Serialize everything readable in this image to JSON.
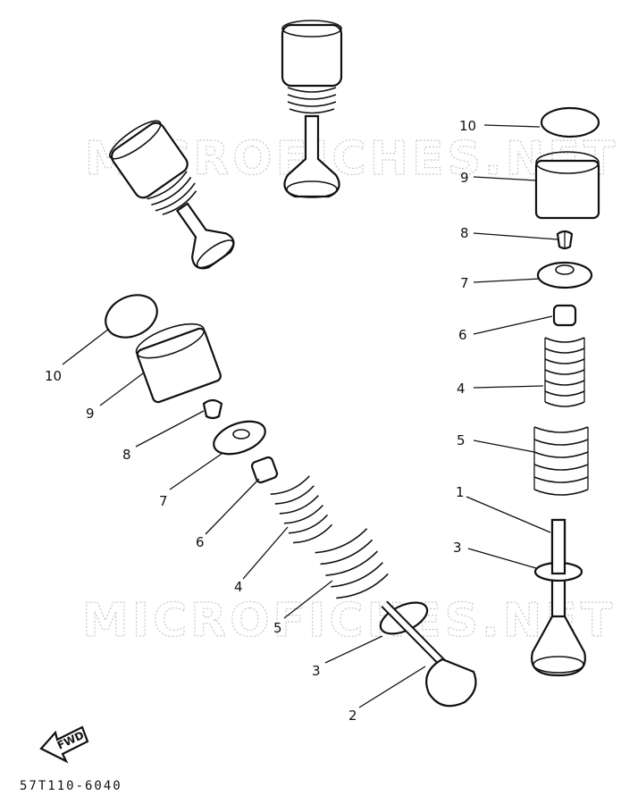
{
  "watermark": "MICROFICHES.NET",
  "part_code": "57T110-6040",
  "fwd_label": "FWD",
  "callouts": {
    "right": {
      "c10": "10",
      "c9": "9",
      "c8": "8",
      "c7": "7",
      "c6": "6",
      "c4": "4",
      "c5": "5",
      "c1": "1",
      "c3": "3"
    },
    "left": {
      "c10": "10",
      "c9": "9",
      "c8": "8",
      "c7": "7",
      "c6": "6",
      "c4": "4",
      "c5": "5",
      "c3": "3",
      "c2": "2"
    }
  }
}
